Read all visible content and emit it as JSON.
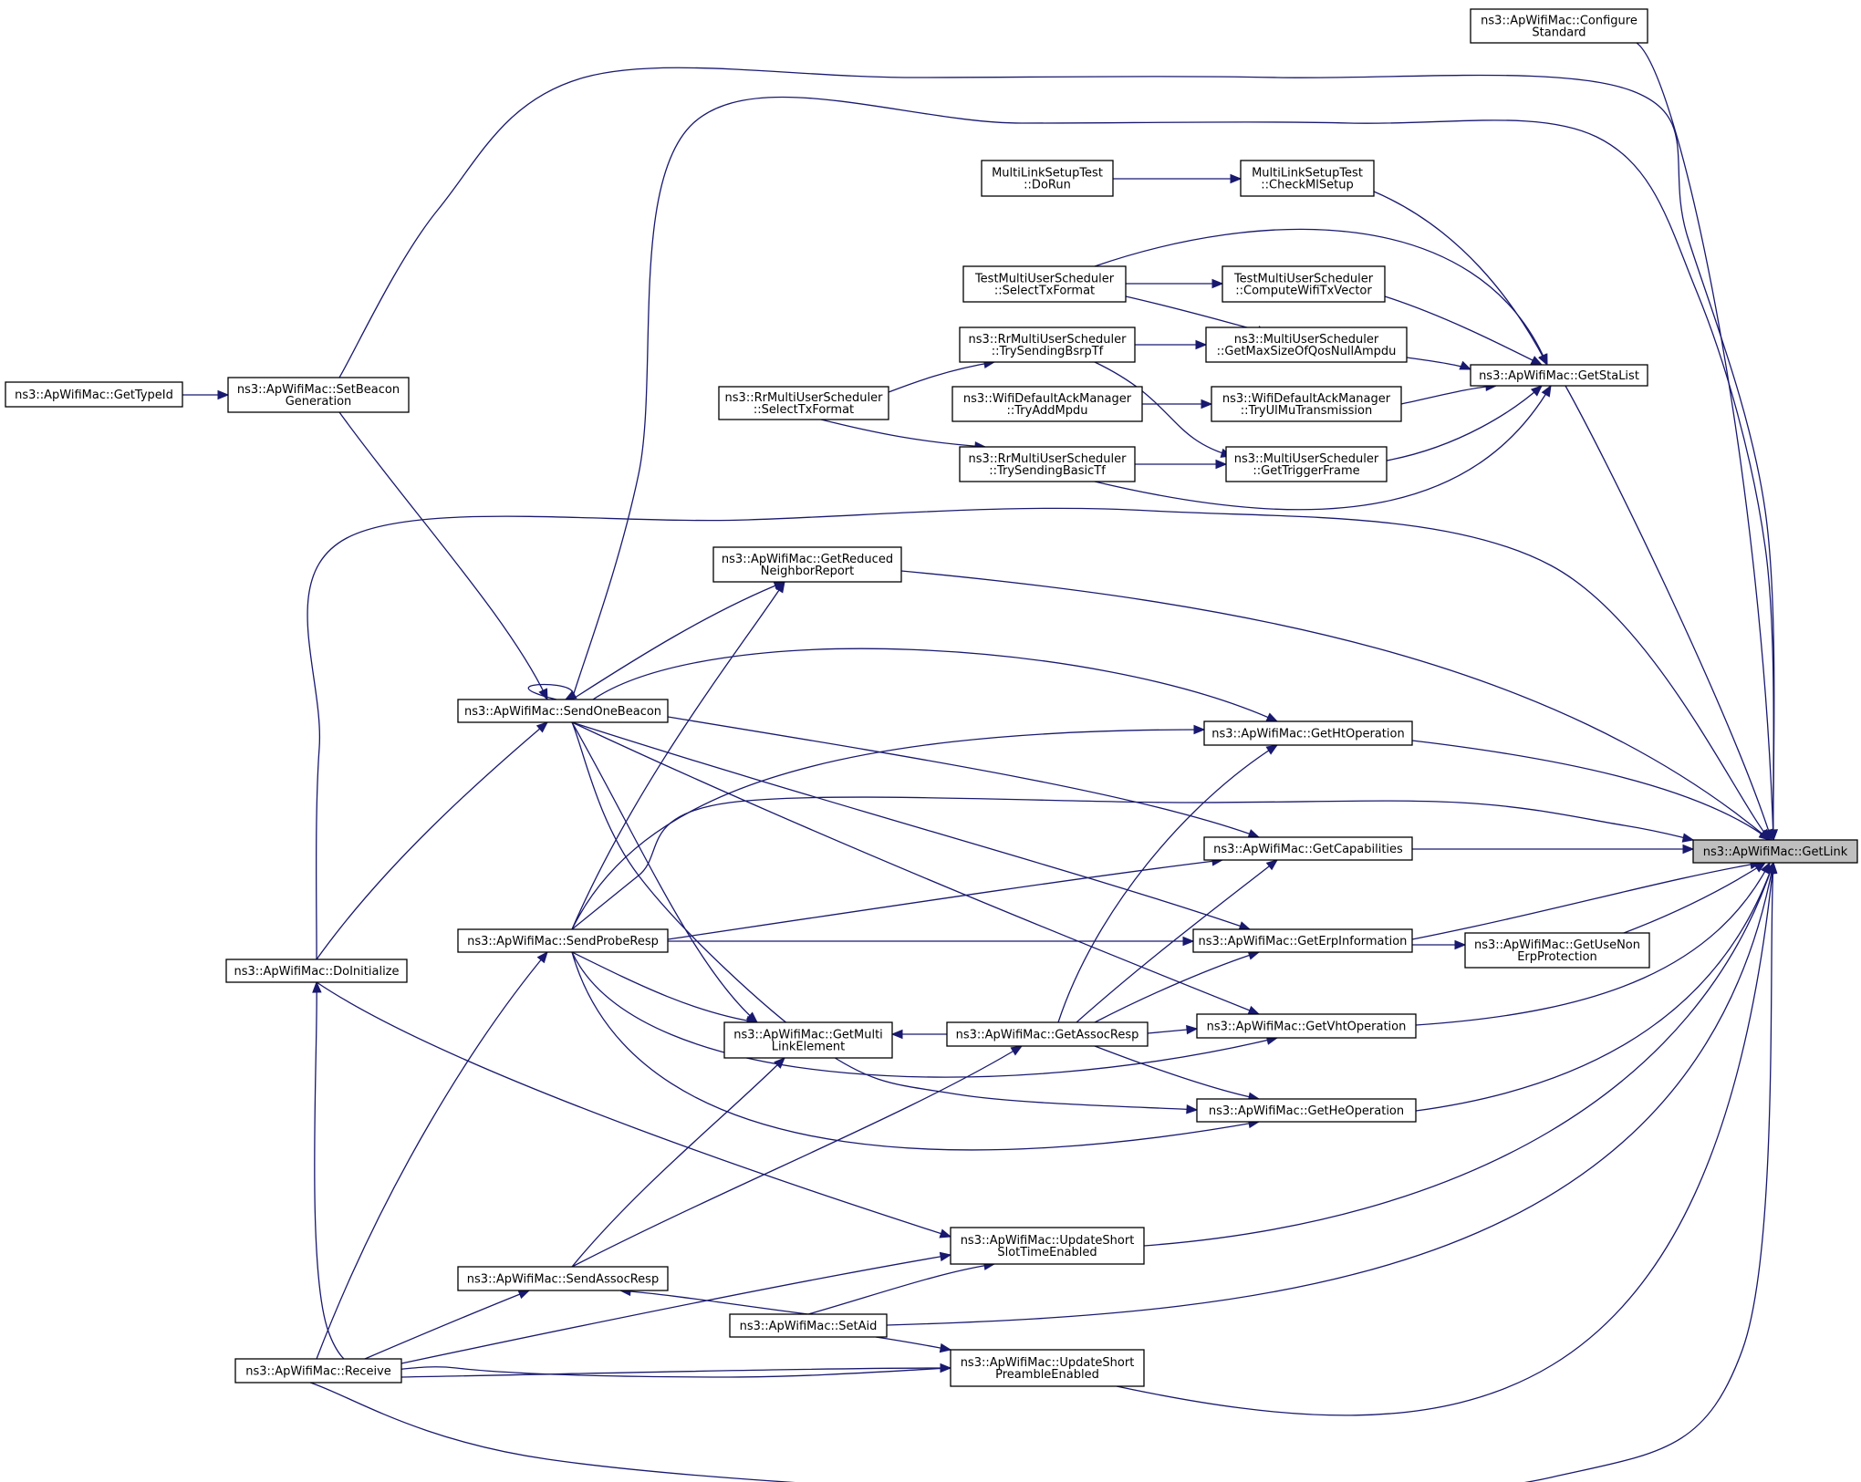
{
  "title": "",
  "colors": {
    "edge": "#191970",
    "node_fill": "#ffffff",
    "focus_fill": "#bfbfbf",
    "border": "#000000"
  },
  "nodes": [
    {
      "id": "getlink",
      "lines": [
        "ns3::ApWifiMac::GetLink"
      ],
      "focus": true
    },
    {
      "id": "configure",
      "lines": [
        "ns3::ApWifiMac::Configure",
        "Standard"
      ]
    },
    {
      "id": "stalist",
      "lines": [
        "ns3::ApWifiMac::GetStaList"
      ]
    },
    {
      "id": "dorun",
      "lines": [
        "MultiLinkSetupTest",
        "::DoRun"
      ]
    },
    {
      "id": "checkml",
      "lines": [
        "MultiLinkSetupTest",
        "::CheckMlSetup"
      ]
    },
    {
      "id": "tmus_select",
      "lines": [
        "TestMultiUserScheduler",
        "::SelectTxFormat"
      ]
    },
    {
      "id": "tmus_compute",
      "lines": [
        "TestMultiUserScheduler",
        "::ComputeWifiTxVector"
      ]
    },
    {
      "id": "rr_bsrp",
      "lines": [
        "ns3::RrMultiUserScheduler",
        "::TrySendingBsrpTf"
      ]
    },
    {
      "id": "mus_maxsize",
      "lines": [
        "ns3::MultiUserScheduler",
        "::GetMaxSizeOfQosNullAmpdu"
      ]
    },
    {
      "id": "rr_select",
      "lines": [
        "ns3::RrMultiUserScheduler",
        "::SelectTxFormat"
      ]
    },
    {
      "id": "wdam_add",
      "lines": [
        "ns3::WifiDefaultAckManager",
        "::TryAddMpdu"
      ]
    },
    {
      "id": "wdam_ulmu",
      "lines": [
        "ns3::WifiDefaultAckManager",
        "::TryUlMuTransmission"
      ]
    },
    {
      "id": "rr_basic",
      "lines": [
        "ns3::RrMultiUserScheduler",
        "::TrySendingBasicTf"
      ]
    },
    {
      "id": "mus_trigger",
      "lines": [
        "ns3::MultiUserScheduler",
        "::GetTriggerFrame"
      ]
    },
    {
      "id": "gettypeid",
      "lines": [
        "ns3::ApWifiMac::GetTypeId"
      ]
    },
    {
      "id": "setbeacon",
      "lines": [
        "ns3::ApWifiMac::SetBeacon",
        "Generation"
      ]
    },
    {
      "id": "reduced",
      "lines": [
        "ns3::ApWifiMac::GetReduced",
        "NeighborReport"
      ]
    },
    {
      "id": "sendbeacon",
      "lines": [
        "ns3::ApWifiMac::SendOneBeacon"
      ]
    },
    {
      "id": "htop",
      "lines": [
        "ns3::ApWifiMac::GetHtOperation"
      ]
    },
    {
      "id": "caps",
      "lines": [
        "ns3::ApWifiMac::GetCapabilities"
      ]
    },
    {
      "id": "erp",
      "lines": [
        "ns3::ApWifiMac::GetErpInformation"
      ]
    },
    {
      "id": "usenonerp",
      "lines": [
        "ns3::ApWifiMac::GetUseNon",
        "ErpProtection"
      ]
    },
    {
      "id": "probe",
      "lines": [
        "ns3::ApWifiMac::SendProbeResp"
      ]
    },
    {
      "id": "doinit",
      "lines": [
        "ns3::ApWifiMac::DoInitialize"
      ]
    },
    {
      "id": "multilink",
      "lines": [
        "ns3::ApWifiMac::GetMulti",
        "LinkElement"
      ]
    },
    {
      "id": "assocresp",
      "lines": [
        "ns3::ApWifiMac::GetAssocResp"
      ]
    },
    {
      "id": "vhtop",
      "lines": [
        "ns3::ApWifiMac::GetVhtOperation"
      ]
    },
    {
      "id": "heop",
      "lines": [
        "ns3::ApWifiMac::GetHeOperation"
      ]
    },
    {
      "id": "shortslot",
      "lines": [
        "ns3::ApWifiMac::UpdateShort",
        "SlotTimeEnabled"
      ]
    },
    {
      "id": "sendassoc",
      "lines": [
        "ns3::ApWifiMac::SendAssocResp"
      ]
    },
    {
      "id": "setaid",
      "lines": [
        "ns3::ApWifiMac::SetAid"
      ]
    },
    {
      "id": "receive",
      "lines": [
        "ns3::ApWifiMac::Receive"
      ]
    },
    {
      "id": "shortpre",
      "lines": [
        "ns3::ApWifiMac::UpdateShort",
        "PreambleEnabled"
      ]
    }
  ],
  "edges": [
    {
      "from": "configure",
      "to": "getlink"
    },
    {
      "from": "stalist",
      "to": "getlink"
    },
    {
      "from": "setbeacon",
      "to": "getlink"
    },
    {
      "from": "sendbeacon",
      "to": "getlink"
    },
    {
      "from": "reduced",
      "to": "getlink"
    },
    {
      "from": "doinit",
      "to": "getlink"
    },
    {
      "from": "htop",
      "to": "getlink"
    },
    {
      "from": "probe",
      "to": "getlink"
    },
    {
      "from": "caps",
      "to": "getlink"
    },
    {
      "from": "erp",
      "to": "getlink"
    },
    {
      "from": "usenonerp",
      "to": "getlink"
    },
    {
      "from": "vhtop",
      "to": "getlink"
    },
    {
      "from": "heop",
      "to": "getlink"
    },
    {
      "from": "shortslot",
      "to": "getlink"
    },
    {
      "from": "setaid",
      "to": "getlink"
    },
    {
      "from": "shortpre",
      "to": "getlink"
    },
    {
      "from": "receive",
      "to": "getlink"
    },
    {
      "from": "dorun",
      "to": "checkml"
    },
    {
      "from": "checkml",
      "to": "stalist"
    },
    {
      "from": "tmus_select",
      "to": "tmus_compute"
    },
    {
      "from": "tmus_select",
      "to": "stalist"
    },
    {
      "from": "tmus_select",
      "to": "mus_maxsize"
    },
    {
      "from": "tmus_compute",
      "to": "stalist"
    },
    {
      "from": "rr_bsrp",
      "to": "mus_maxsize"
    },
    {
      "from": "rr_bsrp",
      "to": "mus_trigger"
    },
    {
      "from": "mus_maxsize",
      "to": "stalist"
    },
    {
      "from": "rr_select",
      "to": "rr_bsrp"
    },
    {
      "from": "rr_select",
      "to": "rr_basic"
    },
    {
      "from": "wdam_add",
      "to": "wdam_ulmu"
    },
    {
      "from": "wdam_ulmu",
      "to": "stalist"
    },
    {
      "from": "rr_basic",
      "to": "mus_trigger"
    },
    {
      "from": "rr_basic",
      "to": "stalist"
    },
    {
      "from": "mus_trigger",
      "to": "stalist"
    },
    {
      "from": "gettypeid",
      "to": "setbeacon"
    },
    {
      "from": "setbeacon",
      "to": "sendbeacon"
    },
    {
      "from": "sendbeacon",
      "to": "sendbeacon"
    },
    {
      "from": "sendbeacon",
      "to": "reduced"
    },
    {
      "from": "sendbeacon",
      "to": "htop"
    },
    {
      "from": "sendbeacon",
      "to": "caps"
    },
    {
      "from": "sendbeacon",
      "to": "erp"
    },
    {
      "from": "sendbeacon",
      "to": "vhtop"
    },
    {
      "from": "sendbeacon",
      "to": "heop"
    },
    {
      "from": "sendbeacon",
      "to": "multilink"
    },
    {
      "from": "doinit",
      "to": "sendbeacon"
    },
    {
      "from": "doinit",
      "to": "shortslot"
    },
    {
      "from": "probe",
      "to": "reduced"
    },
    {
      "from": "probe",
      "to": "htop"
    },
    {
      "from": "probe",
      "to": "caps"
    },
    {
      "from": "probe",
      "to": "erp"
    },
    {
      "from": "probe",
      "to": "vhtop"
    },
    {
      "from": "probe",
      "to": "heop"
    },
    {
      "from": "probe",
      "to": "multilink"
    },
    {
      "from": "erp",
      "to": "usenonerp"
    },
    {
      "from": "assocresp",
      "to": "multilink"
    },
    {
      "from": "assocresp",
      "to": "htop"
    },
    {
      "from": "assocresp",
      "to": "caps"
    },
    {
      "from": "assocresp",
      "to": "erp"
    },
    {
      "from": "assocresp",
      "to": "vhtop"
    },
    {
      "from": "assocresp",
      "to": "heop"
    },
    {
      "from": "sendassoc",
      "to": "multilink"
    },
    {
      "from": "sendassoc",
      "to": "assocresp"
    },
    {
      "from": "setaid",
      "to": "sendassoc"
    },
    {
      "from": "setaid",
      "to": "shortslot"
    },
    {
      "from": "setaid",
      "to": "shortpre"
    },
    {
      "from": "receive",
      "to": "probe"
    },
    {
      "from": "receive",
      "to": "sendassoc"
    },
    {
      "from": "receive",
      "to": "shortslot"
    },
    {
      "from": "receive",
      "to": "shortpre"
    },
    {
      "from": "shortpre",
      "to": "doinit"
    }
  ]
}
